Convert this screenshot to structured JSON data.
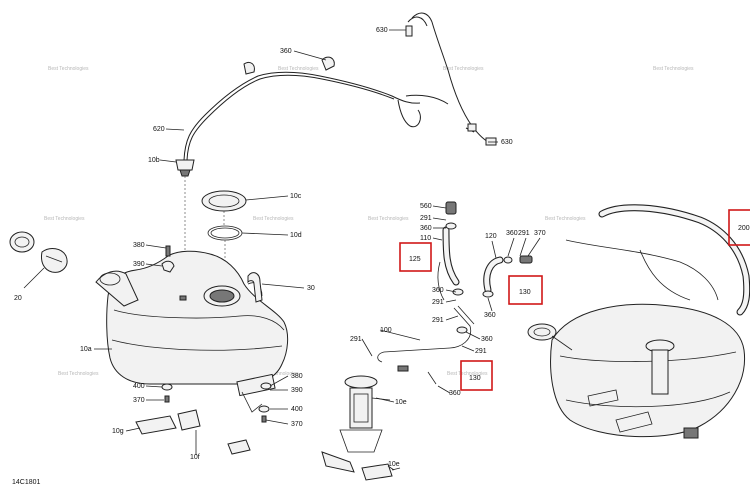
{
  "diagram_code": "14C1801",
  "watermark_text": "Best Technologies",
  "labels": {
    "l630a": "630",
    "l360a": "360",
    "l620": "620",
    "l10b": "10b",
    "l630b": "630",
    "l10c": "10c",
    "l10d": "10d",
    "l380a": "380",
    "l390a": "390",
    "l30": "30",
    "l20": "20",
    "l10a": "10a",
    "l400a": "400",
    "l370a": "370",
    "l380b": "380",
    "l390b": "390",
    "l400b": "400",
    "l370b": "370",
    "l10g": "10g",
    "l10f": "10f",
    "l560": "560",
    "l291a": "291",
    "l360b": "360",
    "l110": "110",
    "l120": "120",
    "l360c": "360",
    "l291b": "291",
    "l370c": "370",
    "l360d": "360",
    "l291c": "291",
    "l291d": "291",
    "l100": "100",
    "l291e": "291",
    "l360e": "360",
    "l291f": "291",
    "l360f": "360",
    "l360g": "360",
    "l10e_a": "10e",
    "l10e_b": "10e",
    "c125": "125",
    "c130a": "130",
    "c130b": "130",
    "c200": "200"
  },
  "highlight_color": "#d01818"
}
